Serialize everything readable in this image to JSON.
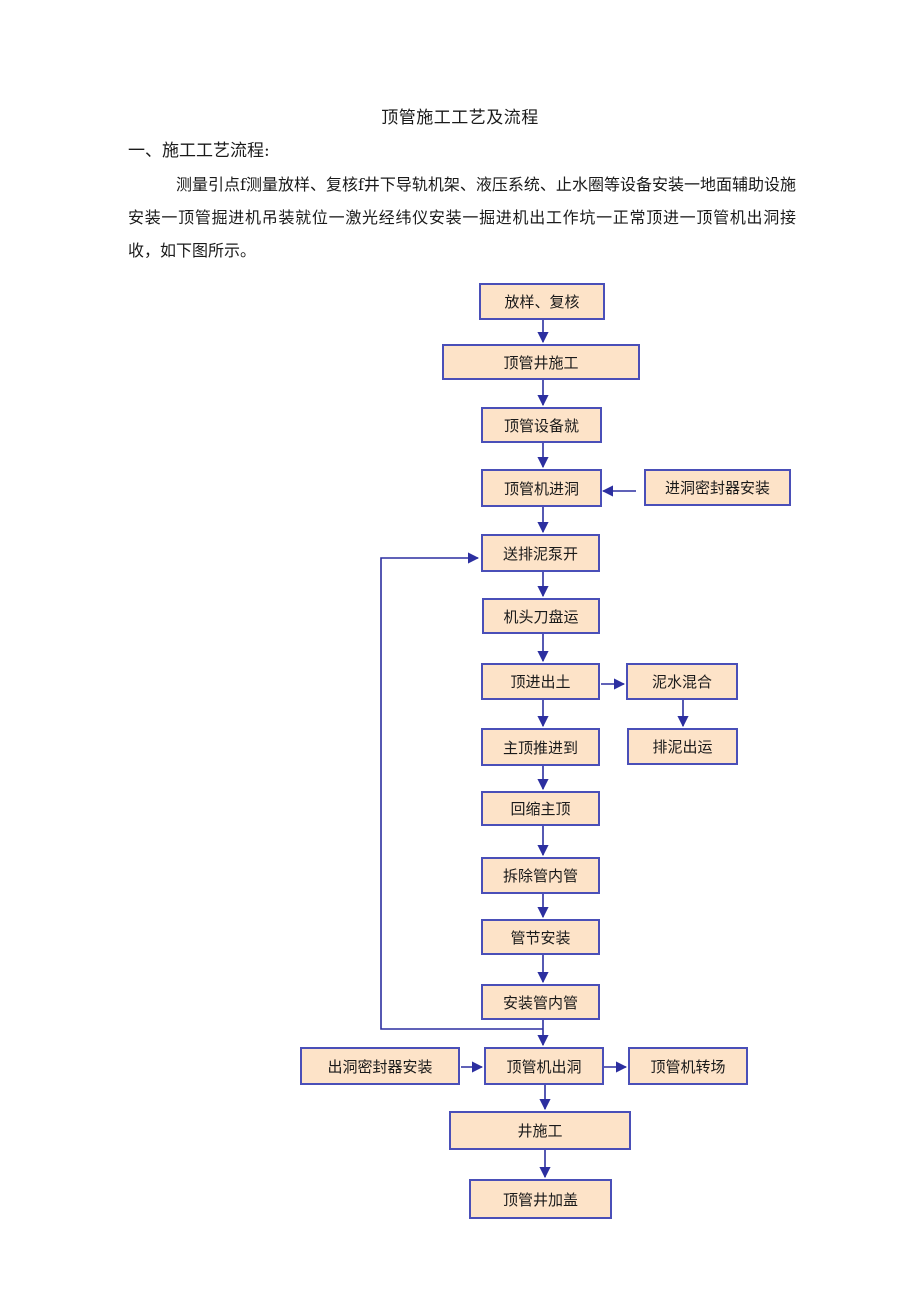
{
  "document": {
    "title": "顶管施工工艺及流程",
    "section_heading": "一、施工工艺流程:",
    "paragraph": "测量引点f测量放样、复核f井下导轨机架、液压系统、止水圈等设备安装一地面辅助设施安装一顶管掘进机吊装就位一激光经纬仪安装一掘进机出工作坑一正常顶进一顶管机出洞接收，如下图所示。"
  },
  "flowchart": {
    "steps": [
      "放样、复核",
      "顶管井施工",
      "顶管设备就",
      "顶管机进洞",
      "送排泥泵开",
      "机头刀盘运",
      "顶进出土",
      "主顶推进到",
      "回缩主顶",
      "拆除管内管",
      "管节安装",
      "安装管内管",
      "顶管机出洞",
      "井施工",
      "顶管井加盖"
    ],
    "side_boxes": {
      "tunnel_entry_seal": "进洞密封器安装",
      "mud_water_mix": "泥水混合",
      "mud_discharge": "排泥出运",
      "tunnel_exit_seal": "出洞密封器安装",
      "machine_transfer": "顶管机转场"
    },
    "colors": {
      "box_fill": "#fde3c8",
      "box_border": "#4a4fb8",
      "arrow": "#2c2fa0"
    }
  }
}
